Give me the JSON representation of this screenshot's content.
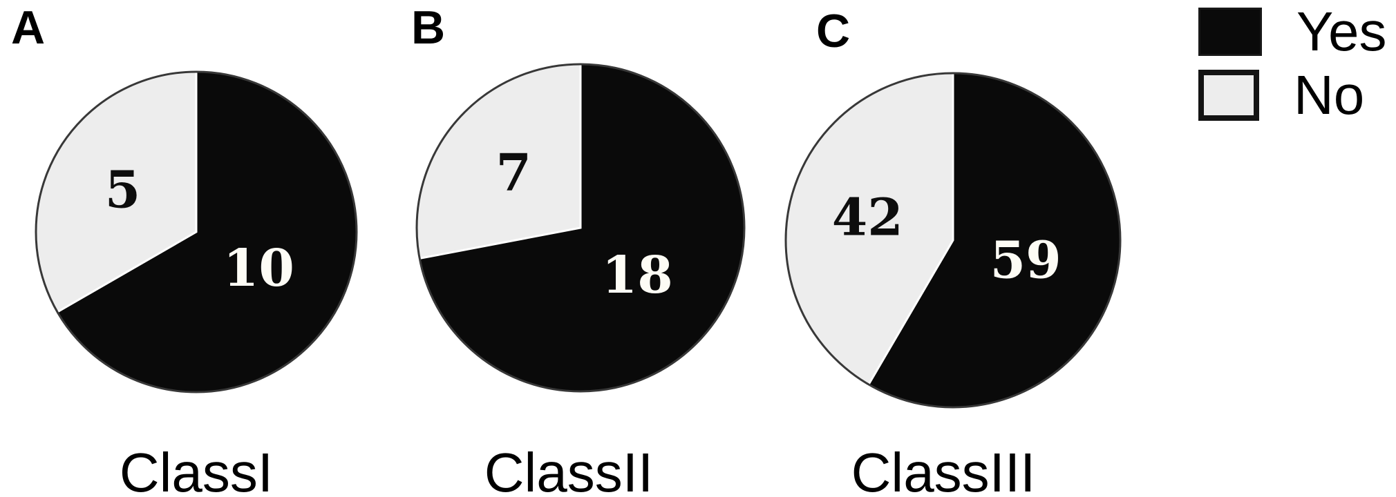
{
  "figure": {
    "background": "#ffffff",
    "legend_position": "top-right"
  },
  "colors": {
    "yes_fill": "#0a0a0a",
    "no_fill": "#ededed",
    "rim": "#383838",
    "seam": "#ffffff",
    "number_on_yes": "#fdfcf5",
    "number_on_no": "#0d0d0d"
  },
  "legend": {
    "items": [
      {
        "label": "Yes",
        "swatch": "black-square"
      },
      {
        "label": "No",
        "swatch": "light-gray-square"
      }
    ]
  },
  "chart_data": [
    {
      "type": "pie",
      "panel": "A",
      "title": "ClassI",
      "start_angle_deg": 0,
      "direction": "clockwise",
      "slices": [
        {
          "name": "Yes",
          "value": 10
        },
        {
          "name": "No",
          "value": 5
        }
      ]
    },
    {
      "type": "pie",
      "panel": "B",
      "title": "ClassII",
      "start_angle_deg": 0,
      "direction": "clockwise",
      "slices": [
        {
          "name": "Yes",
          "value": 18
        },
        {
          "name": "No",
          "value": 7
        }
      ]
    },
    {
      "type": "pie",
      "panel": "C",
      "title": "ClassIII",
      "start_angle_deg": 0,
      "direction": "clockwise",
      "slices": [
        {
          "name": "Yes",
          "value": 59
        },
        {
          "name": "No",
          "value": 42
        }
      ]
    }
  ]
}
